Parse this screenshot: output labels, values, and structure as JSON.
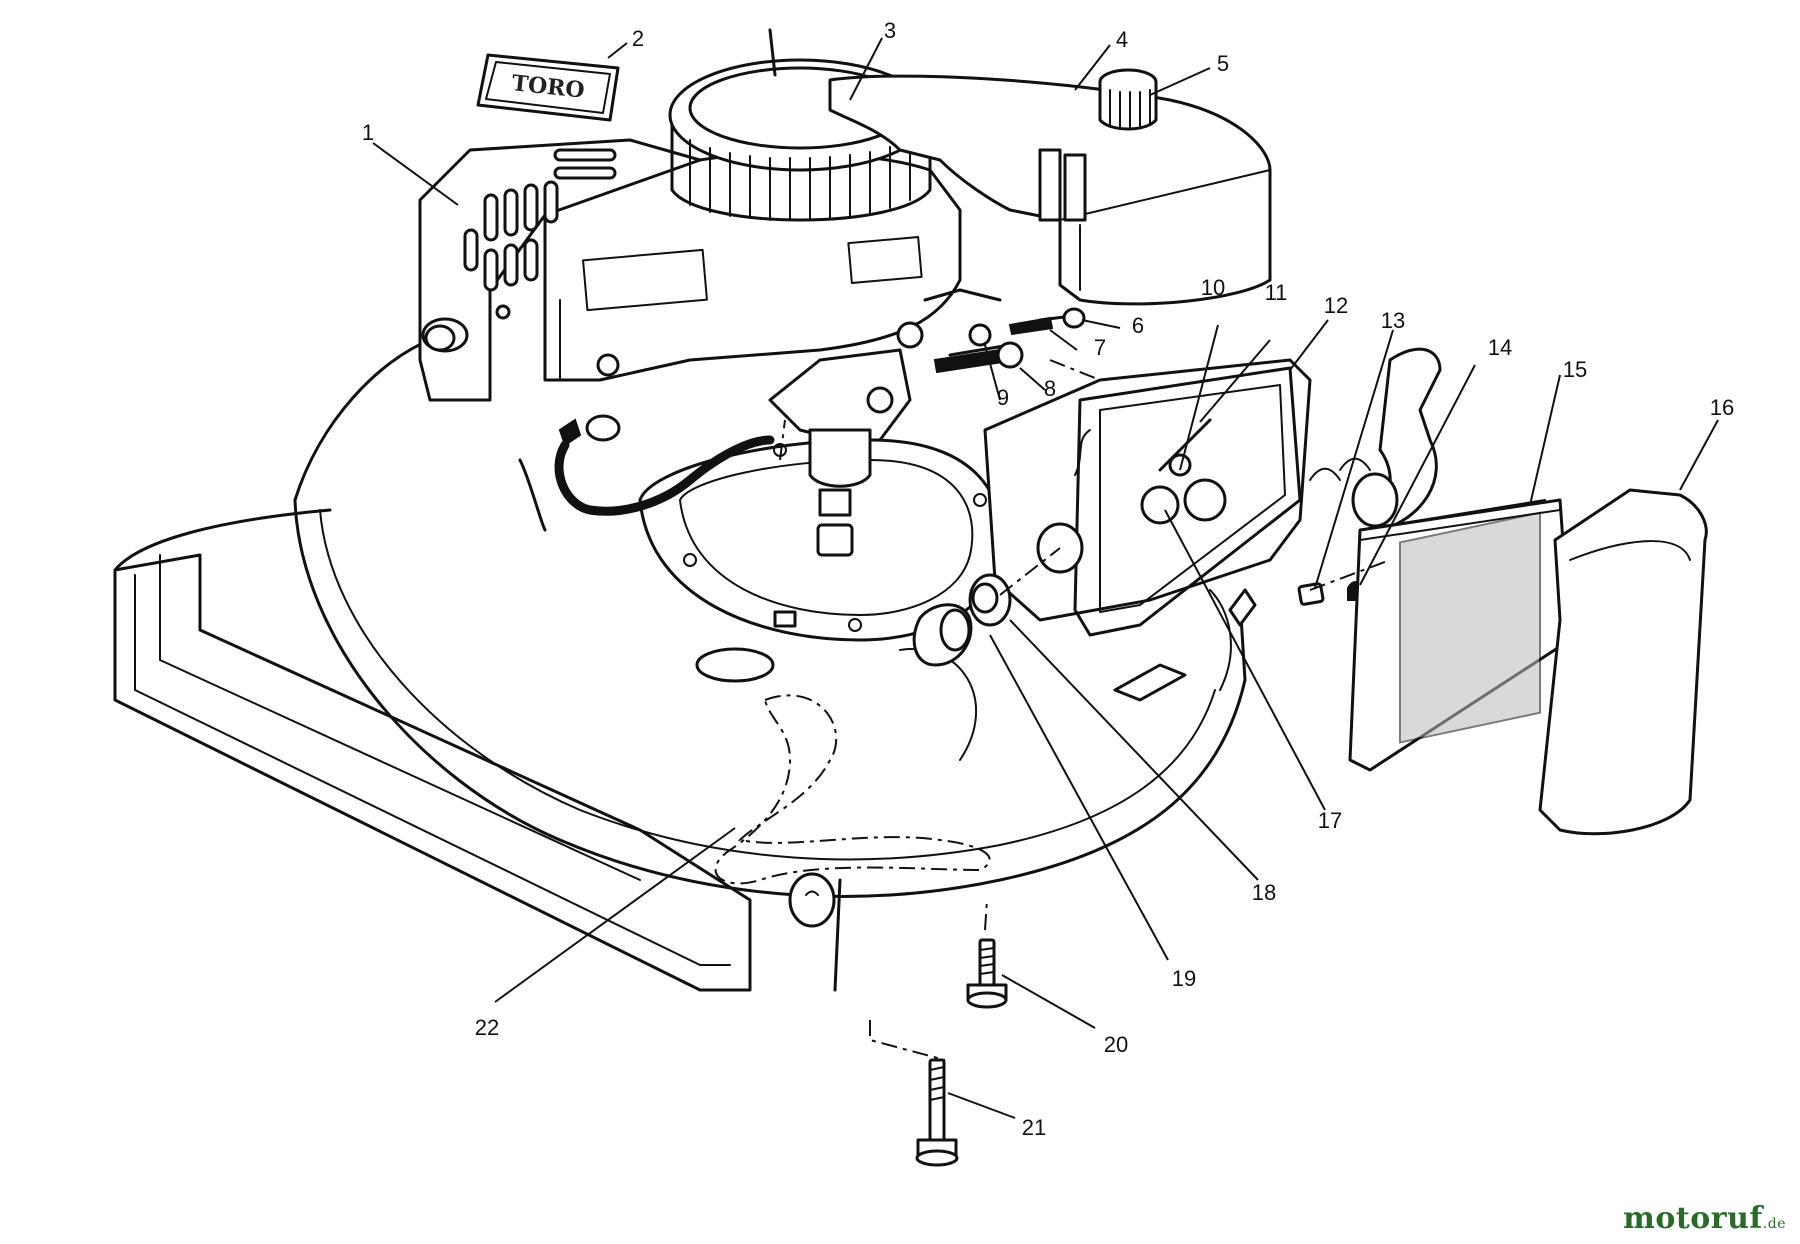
{
  "diagram": {
    "logo_text": "TORO",
    "watermark": {
      "brand": "motoruf",
      "tld": ".de"
    },
    "callouts": [
      {
        "label": "1"
      },
      {
        "label": "2"
      },
      {
        "label": "3"
      },
      {
        "label": "4"
      },
      {
        "label": "5"
      },
      {
        "label": "6"
      },
      {
        "label": "7"
      },
      {
        "label": "8"
      },
      {
        "label": "9"
      },
      {
        "label": "10"
      },
      {
        "label": "11"
      },
      {
        "label": "12"
      },
      {
        "label": "13"
      },
      {
        "label": "14"
      },
      {
        "label": "15"
      },
      {
        "label": "16"
      },
      {
        "label": "17"
      },
      {
        "label": "18"
      },
      {
        "label": "19"
      },
      {
        "label": "20"
      },
      {
        "label": "21"
      },
      {
        "label": "22"
      }
    ]
  }
}
